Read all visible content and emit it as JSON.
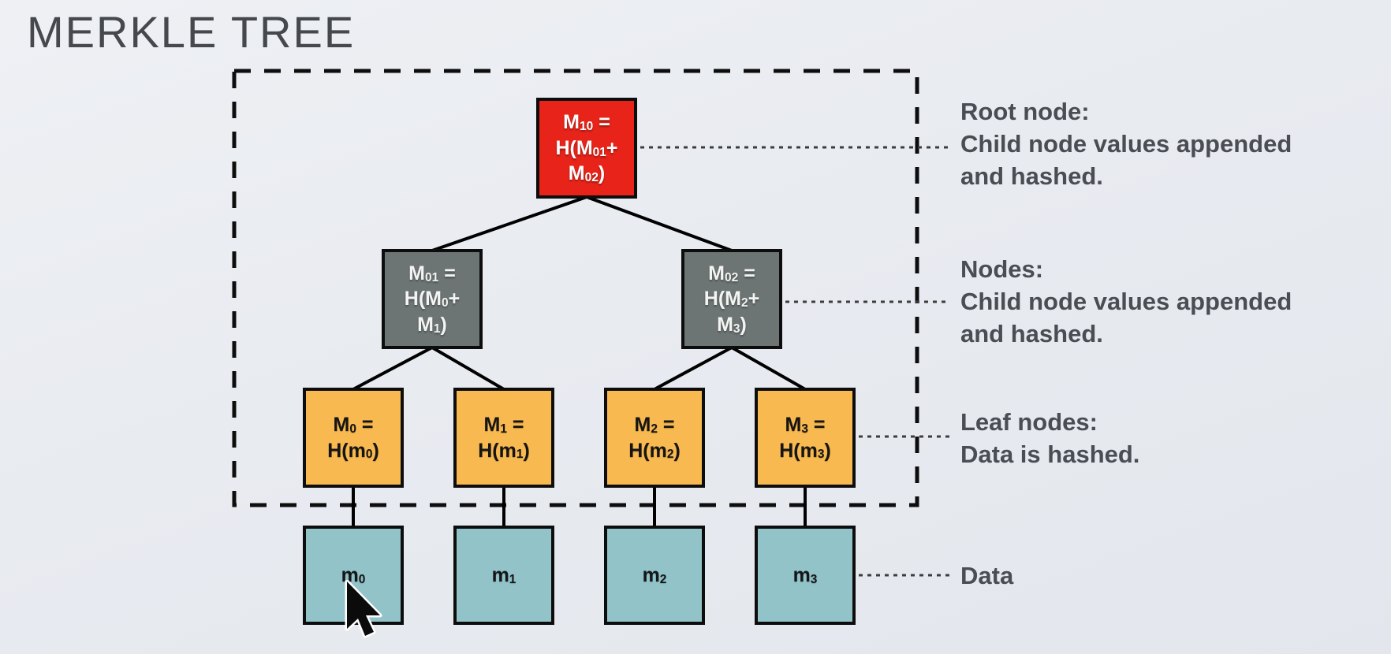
{
  "slide": {
    "title": "MERKLE TREE"
  },
  "colors": {
    "background": "#e8ebf0",
    "root_node": "#e8241a",
    "inner_node": "#6c7574",
    "leaf_node": "#f8ba50",
    "data_block": "#92c3c9",
    "node_border": "#0d0d0d",
    "annotation_text": "#4a4e54",
    "title_text": "#45494e"
  },
  "tree": {
    "root": {
      "id": "M10",
      "label": "M~10~ =\nH(M~01~+\nM~02~)"
    },
    "nodes": [
      {
        "id": "M01",
        "label": "M~01~ =\nH(M~0~+\nM~1~)"
      },
      {
        "id": "M02",
        "label": "M~02~ =\nH(M~2~+\nM~3~)"
      }
    ],
    "leaves": [
      {
        "id": "M0",
        "label": "M~0~ =\nH(m~0~)"
      },
      {
        "id": "M1",
        "label": "M~1~ =\nH(m~1~)"
      },
      {
        "id": "M2",
        "label": "M~2~ =\nH(m~2~)"
      },
      {
        "id": "M3",
        "label": "M~3~ =\nH(m~3~)"
      }
    ],
    "data_blocks": [
      {
        "id": "m0",
        "label": "m~0~"
      },
      {
        "id": "m1",
        "label": "m~1~"
      },
      {
        "id": "m2",
        "label": "m~2~"
      },
      {
        "id": "m3",
        "label": "m~3~"
      }
    ]
  },
  "annotations": [
    {
      "lines": [
        "Root node:",
        "Child node values appended",
        "and hashed."
      ]
    },
    {
      "lines": [
        "Nodes:",
        "Child node values appended",
        "and hashed."
      ]
    },
    {
      "lines": [
        "Leaf nodes:",
        "Data is hashed."
      ]
    },
    {
      "lines": [
        "Data"
      ]
    }
  ],
  "cursor": {
    "type": "arrow-cursor"
  }
}
